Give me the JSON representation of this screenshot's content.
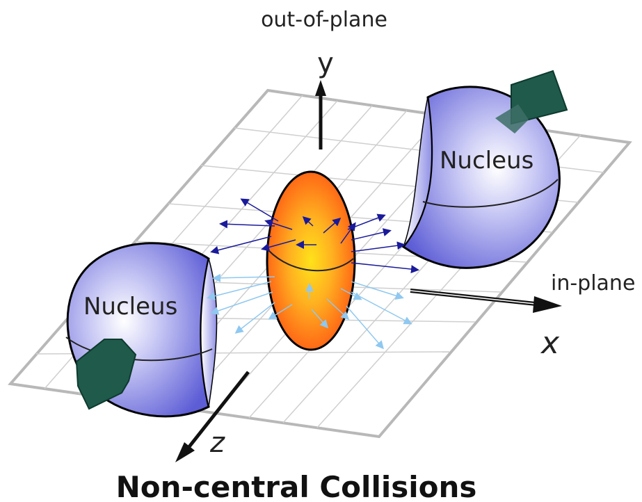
{
  "title": "Non-central Collisions",
  "axes": {
    "y_label": "y",
    "y_caption": "out-of-plane",
    "x_label": "x",
    "x_caption": "in-plane",
    "z_label": "z"
  },
  "nuclei": [
    {
      "label": "Nucleus",
      "side": "right"
    },
    {
      "label": "Nucleus",
      "side": "left"
    }
  ],
  "colors": {
    "nucleus": "#7777e0",
    "overlap_region": "#ff7a1a",
    "plane_grid": "#b8b8b8",
    "velocity_arrow": "#1f5a4a",
    "flow_out_of_plane": "#1a1a9a",
    "flow_in_plane": "#8fc8f0"
  },
  "icons": [
    "up-arrow-icon",
    "right-arrow-icon",
    "down-left-arrow-icon"
  ]
}
